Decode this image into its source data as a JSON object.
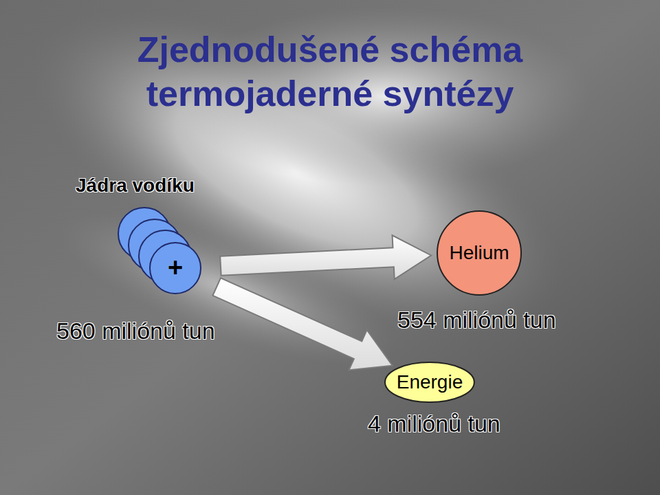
{
  "diagram": {
    "title": "Zjednodušené schéma termojaderné syntézy",
    "nodes": [
      {
        "text": [
          "+"
        ]
      },
      {
        "text": [
          "Helium"
        ]
      },
      {
        "text": [
          "Energie"
        ]
      }
    ],
    "edges": [
      {
        "from": 0,
        "to": 1,
        "arrow": "to"
      },
      {
        "from": 0,
        "to": 2,
        "arrow": "to"
      }
    ],
    "labels": [
      "Jádra vodíku",
      "560 miliónů tun",
      "554 miliónů tun",
      "4 miliónů tun"
    ]
  }
}
